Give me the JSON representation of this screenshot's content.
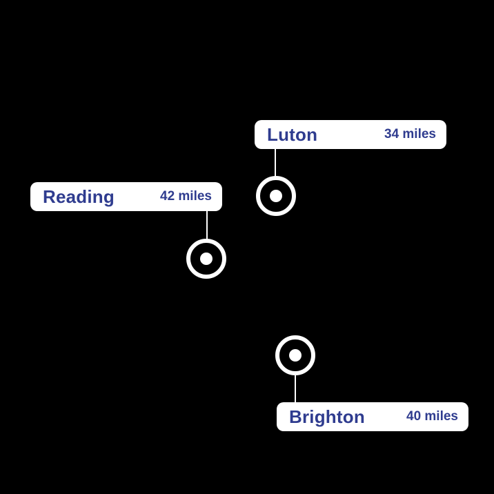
{
  "colors": {
    "background": "#000000",
    "label_bg": "#ffffff",
    "text": "#2f3c8f",
    "marker": "#ffffff"
  },
  "markers": [
    {
      "id": "luton",
      "city": "Luton",
      "distance": "34 miles"
    },
    {
      "id": "reading",
      "city": "Reading",
      "distance": "42 miles"
    },
    {
      "id": "brighton",
      "city": "Brighton",
      "distance": "40 miles"
    }
  ]
}
